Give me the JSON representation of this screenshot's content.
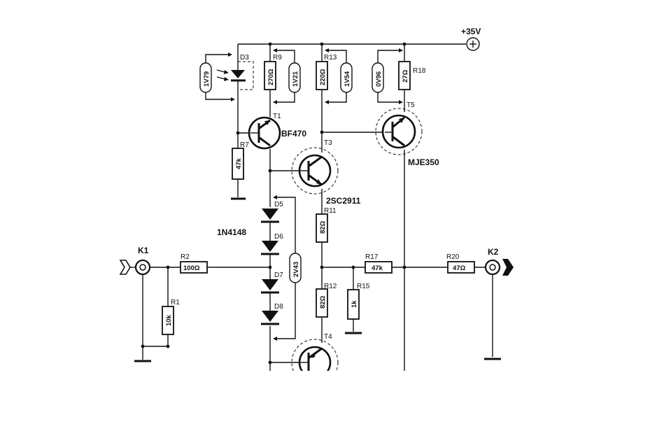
{
  "supply": "+35V",
  "labels": {
    "d3": "D3",
    "r9": "R9",
    "r13": "R13",
    "r18": "R18",
    "t1": "T1",
    "bf470": "BF470",
    "t5": "T5",
    "mje350": "MJE350",
    "r7": "R7",
    "t3": "T3",
    "sc2911": "2SC2911",
    "d5": "D5",
    "r11": "R11",
    "n4148": "1N4148",
    "d6": "D6",
    "k1": "K1",
    "r2": "R2",
    "d7": "D7",
    "r17": "R17",
    "r20": "R20",
    "k2": "K2",
    "r1": "R1",
    "r12": "R12",
    "r15": "R15",
    "d8": "D8",
    "t4": "T4"
  },
  "values": {
    "v1v79": "1V79",
    "r9": "270Ω",
    "v1v21": "1V21",
    "r13": "220Ω",
    "v1v54": "1V54",
    "v0v96": "0V96",
    "r18": "27Ω",
    "r7": "47k",
    "r11": "82Ω",
    "r2": "100Ω",
    "v2v43": "2V43",
    "r17": "47k",
    "r20": "47Ω",
    "r1": "10k",
    "r12": "82Ω",
    "r15": "1k"
  }
}
